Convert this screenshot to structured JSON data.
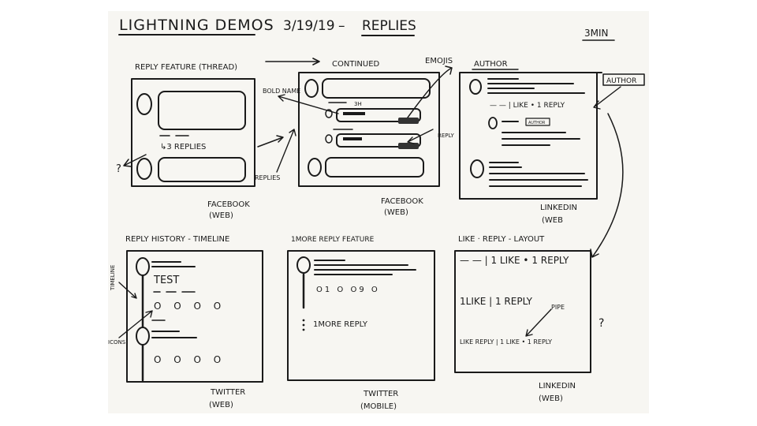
{
  "header": {
    "title": "LIGHTNING DEMOS",
    "date": "3/19/19",
    "dash": "–",
    "topic": "REPLIES",
    "duration": "3MIN"
  },
  "sketches": {
    "facebook_reply": {
      "heading": "REPLY FEATURE (THREAD)",
      "replies_text": "↳3 REPLIES",
      "question": "?",
      "caption_line1": "FACEBOOK",
      "caption_line2": "(WEB)"
    },
    "facebook_continued": {
      "heading": "CONTINUED",
      "annotation_bold": "BOLD NAME",
      "annotation_emojis": "EMOJIS",
      "annotation_reply": "REPLY",
      "annotation_replies": "REPLIES",
      "time_label": "3H",
      "caption_line1": "FACEBOOK",
      "caption_line2": "(WEB)"
    },
    "linkedin_author": {
      "heading": "AUTHOR",
      "author_badge": "AUTHOR",
      "inline_badge": "AUTHOR",
      "like_reply": "— — | LIKE • 1 REPLY",
      "caption_line1": "LINKEDIN",
      "caption_line2": "(WEB"
    },
    "twitter_timeline": {
      "heading": "REPLY HISTORY - TIMELINE",
      "side_label": "TIMELINE",
      "icons_label": "ICONS",
      "test_text": "TEST",
      "icon_row": "O O O O",
      "icon_row_2": "O O O O",
      "caption_line1": "TWITTER",
      "caption_line2": "(WEB)"
    },
    "twitter_more": {
      "heading": "1MORE REPLY FEATURE",
      "counts": "O1 O O9 O",
      "more_reply": "1MORE REPLY",
      "caption_line1": "TWITTER",
      "caption_line2": "(MOBILE)"
    },
    "linkedin_layout": {
      "heading": "LIKE · REPLY - LAYOUT",
      "variant_1": "— — | 1 LIKE • 1 REPLY",
      "variant_2": "1LIKE | 1 REPLY",
      "pipe_label": "PIPE",
      "variant_3": "LIKE REPLY | 1 LIKE • 1 REPLY",
      "question": "?",
      "caption_line1": "LINKEDIN",
      "caption_line2": "(WEB)"
    }
  }
}
